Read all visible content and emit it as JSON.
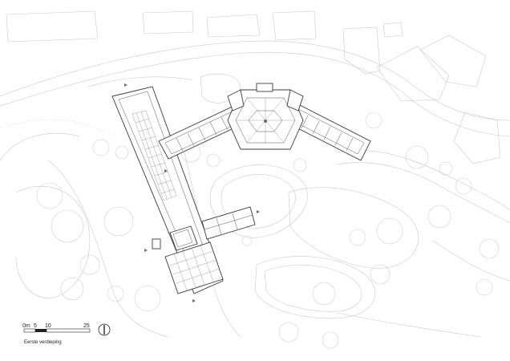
{
  "drawing": {
    "caption": "Eerste verdieping",
    "scale_bar": {
      "unit": "m",
      "ticks": [
        "0m",
        "5",
        "10",
        "25"
      ]
    },
    "north_arrow": "north-arrow-icon"
  }
}
